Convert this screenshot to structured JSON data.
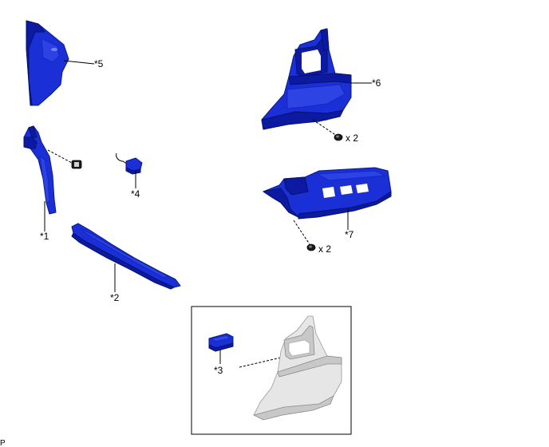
{
  "diagram": {
    "callouts": {
      "p1": "*1",
      "p2": "*2",
      "p3": "*3",
      "p4": "*4",
      "p5": "*5",
      "p6": "*6",
      "p7": "*7"
    },
    "fasteners": {
      "screws_part6": "x 2",
      "screws_part7": "x 2"
    },
    "corner_code": "P",
    "colors": {
      "component_highlight": "#1a2fd6",
      "reference_component": "#e6e6e6",
      "line": "#000000"
    }
  }
}
